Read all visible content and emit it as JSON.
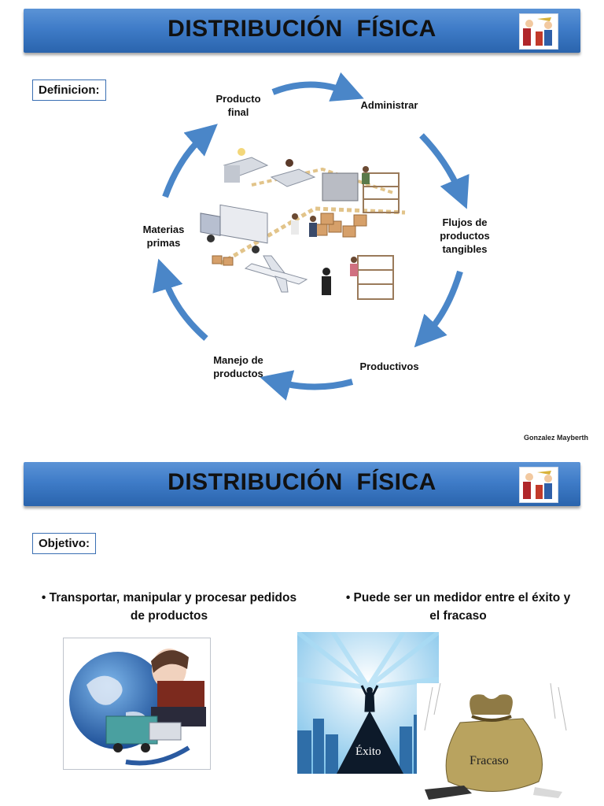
{
  "slide1": {
    "title": "DISTRIBUCIÓN  FÍSICA",
    "tag": "Definicion:",
    "cycle": {
      "producto_final": "Producto\nfinal",
      "administrar": "Administrar",
      "flujos": "Flujos de\nproductos\ntangibles",
      "productivos": "Productivos",
      "manejo": "Manejo de\nproductos",
      "materias": "Materias\nprimas"
    },
    "author": "Gonzalez Mayberth"
  },
  "slide2": {
    "title": "DISTRIBUCIÓN  FÍSICA",
    "tag": "Objetivo:",
    "bullet_left": "• Transportar, manipular y procesar pedidos\nde productos",
    "bullet_right": "• Puede ser un medidor entre el éxito y\nel fracaso",
    "exito_label": "Éxito",
    "fracaso_label": "Fracaso"
  },
  "colors": {
    "banner": "#3f7cc8",
    "arrow": "#4a86c8",
    "tag_border": "#3a6fb3"
  }
}
